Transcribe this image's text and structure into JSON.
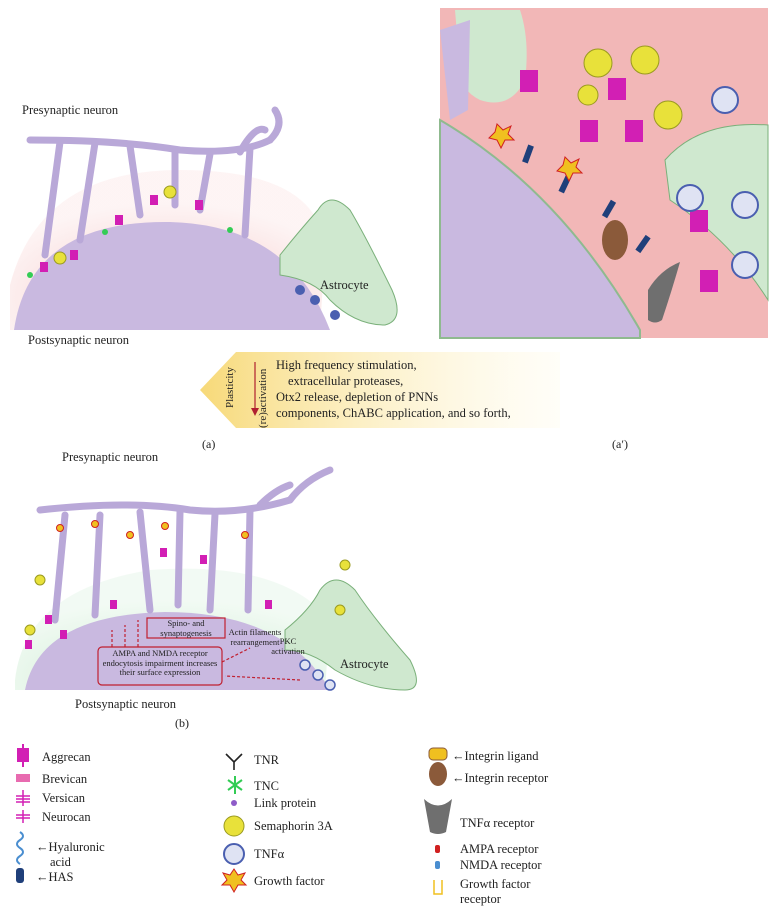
{
  "panel_a": {
    "label": "(a)",
    "presynaptic": "Presynaptic neuron",
    "postsynaptic": "Postsynaptic neuron",
    "astrocyte": "Astrocyte"
  },
  "panel_a_prime": {
    "label": "(a′)"
  },
  "transition": {
    "arrow_word_1": "Plasticity",
    "arrow_word_2": "(re)activation",
    "lines": [
      "High frequency stimulation,",
      "extracellular proteases,",
      "Otx2 release, depletion of PNNs",
      "components, ChABC application, and so forth,"
    ]
  },
  "panel_b": {
    "label": "(b)",
    "presynaptic": "Presynaptic neuron",
    "postsynaptic": "Postsynaptic neuron",
    "astrocyte": "Astrocyte",
    "box_spino": "Spino- and synaptogenesis",
    "box_receptor": "AMPA and NMDA receptor endocytosis impairment increases their surface expression",
    "note_actin": "Actin filaments rearrangement",
    "note_pkc": "PKC activation"
  },
  "legend": {
    "col1": [
      {
        "name": "aggrecan-icon",
        "label": "Aggrecan"
      },
      {
        "name": "brevican-icon",
        "label": "Brevican"
      },
      {
        "name": "versican-icon",
        "label": "Versican"
      },
      {
        "name": "neurocan-icon",
        "label": "Neurocan"
      },
      {
        "name": "hyaluronic-acid-icon",
        "label": "←Hyaluronic"
      },
      {
        "name": "hyaluronic-acid-icon-2",
        "label": "acid"
      },
      {
        "name": "has-icon",
        "label": "←HAS"
      }
    ],
    "col2": [
      {
        "name": "tnr-icon",
        "label": "TNR"
      },
      {
        "name": "tnc-icon",
        "label": "TNC"
      },
      {
        "name": "link-protein-icon",
        "label": "Link protein"
      },
      {
        "name": "semaphorin-icon",
        "label": "Semaphorin 3A"
      },
      {
        "name": "tnf-alpha-icon",
        "label": "TNFα"
      },
      {
        "name": "growth-factor-icon",
        "label": "Growth factor"
      }
    ],
    "col3": [
      {
        "name": "integrin-ligand-icon",
        "label": "←Integrin ligand"
      },
      {
        "name": "integrin-receptor-icon",
        "label": "←Integrin receptor"
      },
      {
        "name": "tnf-receptor-icon",
        "label": "TNFα receptor"
      },
      {
        "name": "ampa-icon",
        "label": "AMPA receptor"
      },
      {
        "name": "nmda-icon",
        "label": "NMDA receptor"
      },
      {
        "name": "gf-receptor-icon",
        "label": "Growth factor"
      },
      {
        "name": "gf-receptor-icon-2",
        "label": "receptor"
      }
    ]
  },
  "colors": {
    "neuron": "#c9b9e0",
    "pnn_halo": "#f2b7b7",
    "astrocyte": "#cfe8cf",
    "aggrecan": "#d21fb4",
    "tnc": "#33cc55",
    "semaphorin": "#e8e13a",
    "tnf": "#4a5fb0",
    "growth_factor": "#f0c020",
    "has": "#1f3f7a"
  }
}
